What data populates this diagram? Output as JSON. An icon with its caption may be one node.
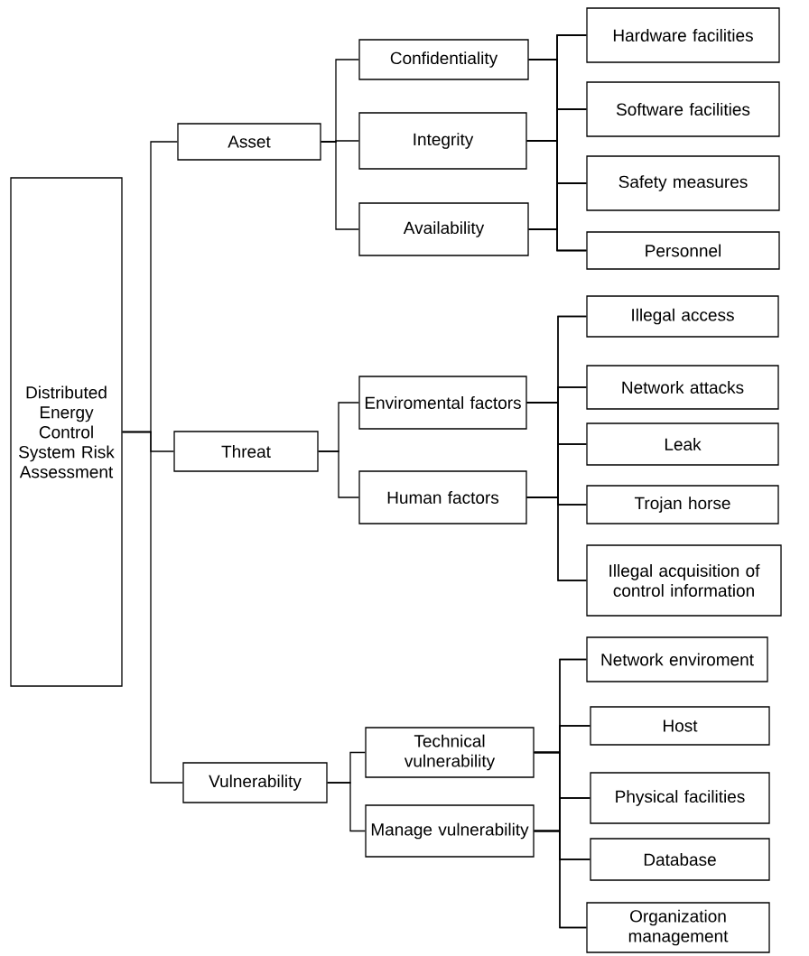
{
  "diagram": {
    "nodes": [
      {
        "text": [
          "Distributed Energy Control System Risk Assessment"
        ]
      },
      {
        "text": [
          "Asset"
        ]
      },
      {
        "text": [
          "Confidentiality"
        ]
      },
      {
        "text": [
          "Integrity"
        ]
      },
      {
        "text": [
          "Availability"
        ]
      },
      {
        "text": [
          "Hardware facilities"
        ]
      },
      {
        "text": [
          "Software facilities"
        ]
      },
      {
        "text": [
          "Safety measures"
        ]
      },
      {
        "text": [
          "Personnel"
        ]
      },
      {
        "text": [
          "Threat"
        ]
      },
      {
        "text": [
          "Enviromental factors"
        ]
      },
      {
        "text": [
          "Human factors"
        ]
      },
      {
        "text": [
          "Illegal access"
        ]
      },
      {
        "text": [
          "Network attacks"
        ]
      },
      {
        "text": [
          "Leak"
        ]
      },
      {
        "text": [
          "Trojan horse"
        ]
      },
      {
        "text": [
          "Illegal acquisition of control information"
        ]
      },
      {
        "text": [
          "Vulnerability"
        ]
      },
      {
        "text": [
          "Technical vulnerability"
        ]
      },
      {
        "text": [
          "Manage vulnerability"
        ]
      },
      {
        "text": [
          "Network enviroment"
        ]
      },
      {
        "text": [
          "Host"
        ]
      },
      {
        "text": [
          "Physical facilities"
        ]
      },
      {
        "text": [
          "Database"
        ]
      },
      {
        "text": [
          "Organization management"
        ]
      }
    ],
    "edges": [
      {
        "from": 0,
        "to": 1,
        "arrow": "none"
      },
      {
        "from": 0,
        "to": 9,
        "arrow": "none"
      },
      {
        "from": 0,
        "to": 17,
        "arrow": "none"
      },
      {
        "from": 1,
        "to": 2,
        "arrow": "none"
      },
      {
        "from": 1,
        "to": 3,
        "arrow": "none"
      },
      {
        "from": 1,
        "to": 4,
        "arrow": "none"
      },
      {
        "from": 2,
        "to": 5,
        "arrow": "none"
      },
      {
        "from": 2,
        "to": 6,
        "arrow": "none"
      },
      {
        "from": 2,
        "to": 7,
        "arrow": "none"
      },
      {
        "from": 2,
        "to": 8,
        "arrow": "none"
      },
      {
        "from": 3,
        "to": 5,
        "arrow": "none"
      },
      {
        "from": 3,
        "to": 6,
        "arrow": "none"
      },
      {
        "from": 3,
        "to": 7,
        "arrow": "none"
      },
      {
        "from": 3,
        "to": 8,
        "arrow": "none"
      },
      {
        "from": 4,
        "to": 5,
        "arrow": "none"
      },
      {
        "from": 4,
        "to": 6,
        "arrow": "none"
      },
      {
        "from": 4,
        "to": 7,
        "arrow": "none"
      },
      {
        "from": 4,
        "to": 8,
        "arrow": "none"
      },
      {
        "from": 9,
        "to": 10,
        "arrow": "none"
      },
      {
        "from": 9,
        "to": 11,
        "arrow": "none"
      },
      {
        "from": 10,
        "to": 12,
        "arrow": "none"
      },
      {
        "from": 10,
        "to": 13,
        "arrow": "none"
      },
      {
        "from": 10,
        "to": 14,
        "arrow": "none"
      },
      {
        "from": 10,
        "to": 15,
        "arrow": "none"
      },
      {
        "from": 10,
        "to": 16,
        "arrow": "none"
      },
      {
        "from": 11,
        "to": 12,
        "arrow": "none"
      },
      {
        "from": 11,
        "to": 13,
        "arrow": "none"
      },
      {
        "from": 11,
        "to": 14,
        "arrow": "none"
      },
      {
        "from": 11,
        "to": 15,
        "arrow": "none"
      },
      {
        "from": 11,
        "to": 16,
        "arrow": "none"
      },
      {
        "from": 17,
        "to": 18,
        "arrow": "none"
      },
      {
        "from": 17,
        "to": 19,
        "arrow": "none"
      },
      {
        "from": 18,
        "to": 20,
        "arrow": "none"
      },
      {
        "from": 18,
        "to": 21,
        "arrow": "none"
      },
      {
        "from": 18,
        "to": 22,
        "arrow": "none"
      },
      {
        "from": 18,
        "to": 23,
        "arrow": "none"
      },
      {
        "from": 18,
        "to": 24,
        "arrow": "none"
      },
      {
        "from": 19,
        "to": 20,
        "arrow": "none"
      },
      {
        "from": 19,
        "to": 21,
        "arrow": "none"
      },
      {
        "from": 19,
        "to": 22,
        "arrow": "none"
      },
      {
        "from": 19,
        "to": 23,
        "arrow": "none"
      },
      {
        "from": 19,
        "to": 24,
        "arrow": "none"
      }
    ]
  }
}
